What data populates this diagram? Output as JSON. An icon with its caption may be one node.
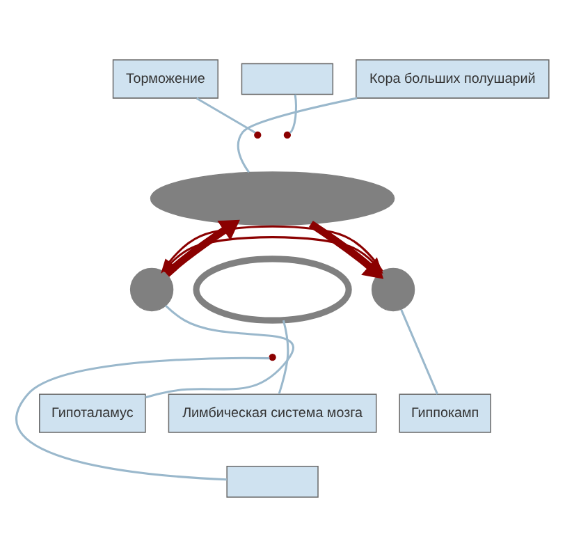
{
  "diagram": {
    "nodes": [
      {
        "text": [],
        "shape": "box"
      },
      {
        "text": [
          "Кора больших полушарий"
        ]
      },
      {
        "text": [
          "Торможение"
        ]
      },
      {
        "text": [],
        "shape": "band"
      },
      {
        "text": [],
        "shape": "circle"
      },
      {
        "text": [],
        "shape": "circle"
      },
      {
        "text": [],
        "shape": "ring"
      },
      {
        "text": [
          "Гипоталамус"
        ]
      },
      {
        "text": [
          "Гиппокамп"
        ]
      },
      {
        "text": [
          "Лимбическая система мозга"
        ]
      },
      {
        "text": [],
        "shape": "box"
      }
    ],
    "edges": [
      {
        "from": 0,
        "to": null,
        "arrow": "none"
      },
      {
        "from": 1,
        "to": 3,
        "arrow": "none"
      },
      {
        "from": 2,
        "to": null,
        "arrow": "none"
      },
      {
        "from": 4,
        "to": 3,
        "arrow": "to",
        "style": "thick",
        "color": "#8b0000"
      },
      {
        "from": 3,
        "to": 5,
        "arrow": "to",
        "style": "thick",
        "color": "#8b0000"
      },
      {
        "from": 4,
        "to": 5,
        "arrow": "to",
        "color": "#8b0000"
      },
      {
        "from": 5,
        "to": 4,
        "arrow": "to",
        "color": "#8b0000"
      },
      {
        "from": 7,
        "to": 4,
        "arrow": "none"
      },
      {
        "from": 8,
        "to": 5,
        "arrow": "none"
      },
      {
        "from": 9,
        "to": 6,
        "arrow": "none"
      },
      {
        "from": 10,
        "to": null,
        "arrow": "none"
      }
    ]
  }
}
